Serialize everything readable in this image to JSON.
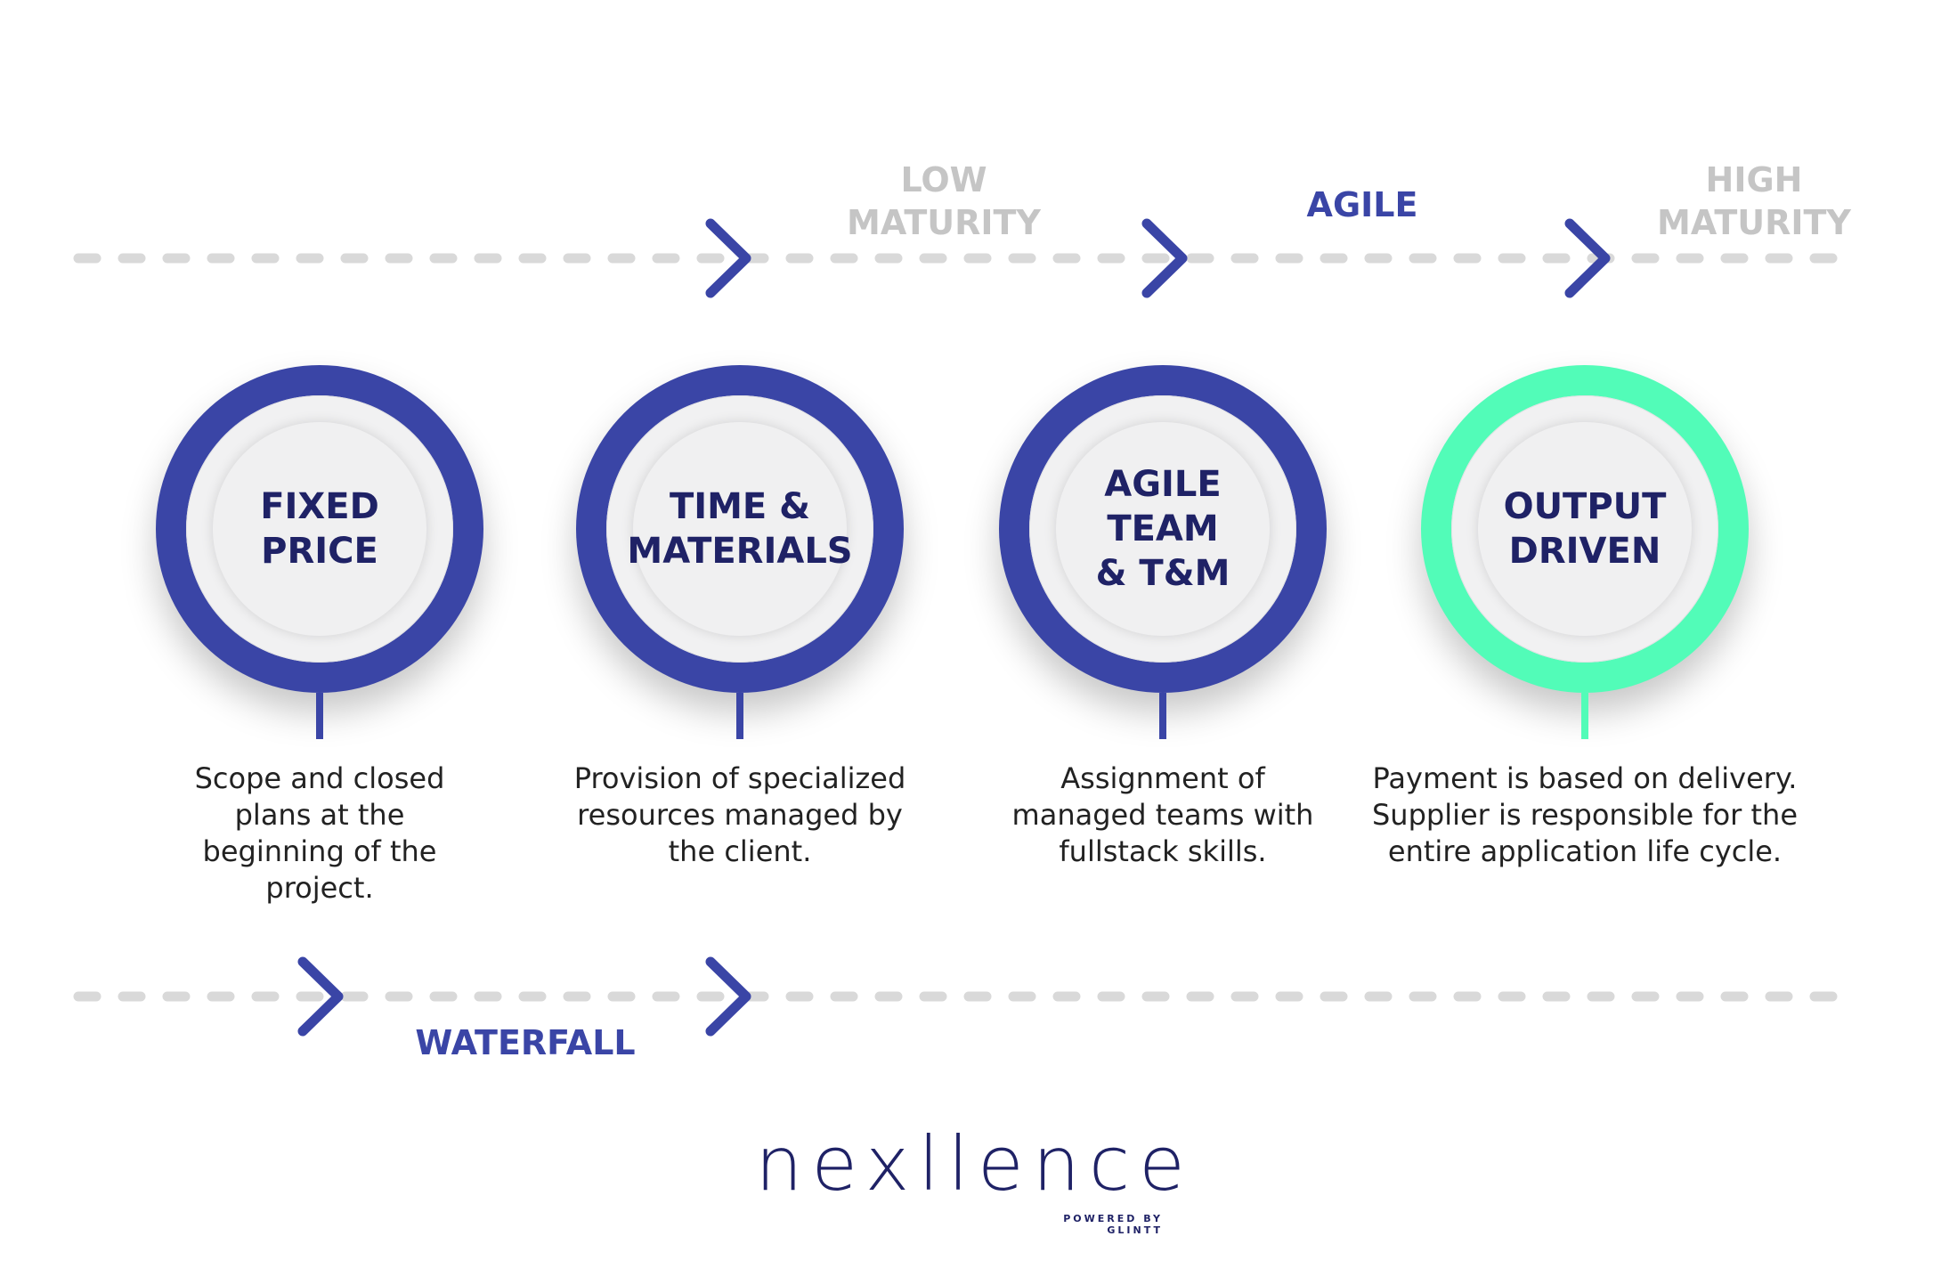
{
  "colors": {
    "accent": "#3a45a6",
    "navy": "#1f2266",
    "mint": "#52fcb8",
    "muted_label": "#c5c5c5",
    "dash": "#d9d9d9"
  },
  "top_labels": {
    "low_maturity": "LOW\nMATURITY",
    "agile": "AGILE",
    "high_maturity": "HIGH\nMATURITY"
  },
  "bottom_labels": {
    "waterfall": "WATERFALL"
  },
  "models": [
    {
      "title": "FIXED\nPRICE",
      "description": "Scope and closed plans at the beginning of the project.",
      "ring_color": "#3a45a6"
    },
    {
      "title": "TIME &\nMATERIALS",
      "description": "Provision of specialized resources managed by the client.",
      "ring_color": "#3a45a6"
    },
    {
      "title": "AGILE\nTEAM\n& T&M",
      "description": "Assignment of managed teams with fullstack skills.",
      "ring_color": "#3a45a6"
    },
    {
      "title": "OUTPUT\nDRIVEN",
      "description": "Payment is based on delivery. Supplier is responsible for the entire application life cycle.",
      "ring_color": "#52fcb8"
    }
  ],
  "logo": {
    "wordmark": "nexllence",
    "tagline": "POWERED BY GLINTT"
  }
}
